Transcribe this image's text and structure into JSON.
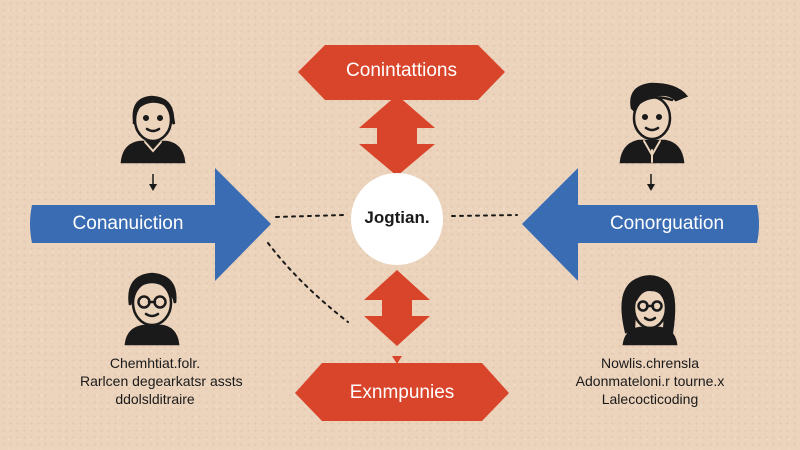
{
  "nodes": {
    "top": "Conintattions",
    "bottom": "Exnmpunies",
    "center": "Jogtian.",
    "left": "Conanuiction",
    "right": "Conorguation"
  },
  "captions": {
    "left": [
      "Chemhtiat.folr.",
      "Rarlcen degearkatsr assts",
      "ddolslditraire"
    ],
    "right": [
      "Nowlis.chrensla",
      "Adonmateloni.r tourne.x",
      "Lalecocticoding"
    ]
  },
  "colors": {
    "background": "#ecd3bc",
    "red": "#d9452b",
    "blue": "#3a6cb3",
    "center_fill": "#ffffff",
    "ink": "#1a1a1a"
  },
  "icons": [
    "person-top-left-icon",
    "person-bottom-left-icon",
    "person-top-right-icon",
    "person-bottom-right-icon"
  ]
}
